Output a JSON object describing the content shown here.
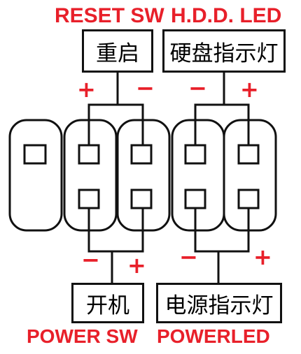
{
  "colors": {
    "label": "#e8202a",
    "line": "#111111"
  },
  "labels": {
    "reset_sw": "RESET SW",
    "hdd_led": "H.D.D. LED",
    "power_sw": "POWER SW",
    "power_led": "POWERLED"
  },
  "boxes": {
    "restart": "重启",
    "hdd_indicator": "硬盘指示灯",
    "power_on": "开机",
    "power_indicator": "电源指示灯"
  },
  "signs": {
    "reset_plus": "+",
    "reset_minus": "−",
    "hdd_minus": "−",
    "hdd_plus": "+",
    "power_minus": "−",
    "power_plus": "+",
    "led_minus": "−",
    "led_plus": "+"
  }
}
